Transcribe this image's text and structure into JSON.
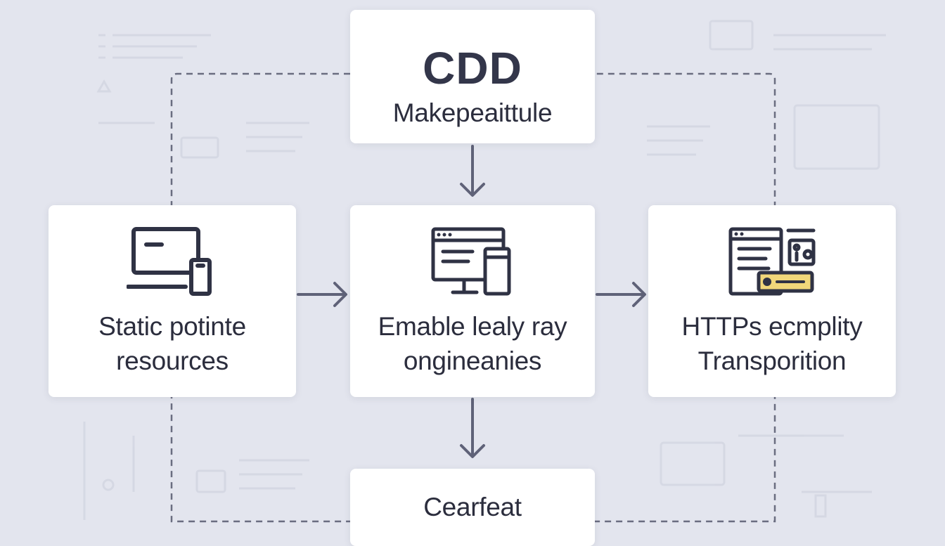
{
  "colors": {
    "background": "#e3e5ee",
    "node": "#ffffff",
    "text": "#2b2d3d",
    "arrow": "#5f6278",
    "dashed_border": "#6a6d80",
    "accent_yellow": "#f1d77a"
  },
  "diagram": {
    "top": {
      "title": "CDD",
      "label": "Makepeaittule"
    },
    "left": {
      "icon": "laptop-phone-icon",
      "line1": "Static potinte",
      "line2": "resources"
    },
    "center": {
      "icon": "browser-window-phone-icon",
      "line1": "Emable lealy ray",
      "line2": "ongineanies"
    },
    "right": {
      "icon": "dashboard-panel-icon",
      "line1": "HTTPs ecmplity",
      "line2": "Transporition"
    },
    "bottom": {
      "label": "Cearfeat"
    }
  }
}
